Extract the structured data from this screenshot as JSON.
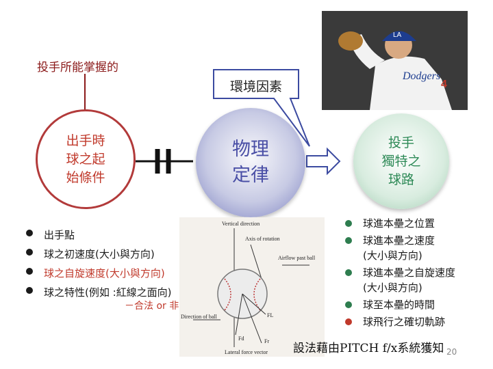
{
  "labels": {
    "top_left": "投手所能掌握的",
    "callout": "環境因素",
    "footer": "設法藉由PITCH f/x系統獲知",
    "page_number": "20"
  },
  "circles": {
    "initial_conditions": [
      "出手時",
      "球之起",
      "始條件"
    ],
    "physics_laws": [
      "物理",
      "定律"
    ],
    "pitch_path": [
      "投手",
      "獨特之",
      "球路"
    ]
  },
  "left_list": [
    {
      "text": "出手點",
      "color": "#1a1a1a"
    },
    {
      "text": "球之初速度(大小與方向)",
      "color": "#1a1a1a"
    },
    {
      "text": "球之自旋速度(大小與方向)",
      "color": "#c0392b"
    },
    {
      "text": "球之特性(例如 :紅線之面向)",
      "color": "#1a1a1a"
    }
  ],
  "left_note": "－合法 or 非法",
  "right_list": [
    {
      "line1": "球進本壘之位置",
      "line2": ""
    },
    {
      "line1": "球進本壘之速度",
      "line2": "(大小與方向)"
    },
    {
      "line1": "球進本壘之自旋速度",
      "line2": "(大小與方向)"
    },
    {
      "line1": "球至本壘的時間",
      "line2": ""
    },
    {
      "line1": "球飛行之確切軌跡",
      "line2": ""
    }
  ],
  "photo": {
    "cap_text": "LA",
    "jersey_text": "Dodgers",
    "jersey_number": "4"
  },
  "physics_diagram": {
    "labels": {
      "vertical": "Vertical direction",
      "axis": "Axis of rotation",
      "airflow": "Airflow past ball",
      "direction": "Direction of ball",
      "lateral": "Lateral force vector",
      "fd": "Fd",
      "fl": "FL",
      "fr": "Fr"
    }
  },
  "colors": {
    "accent_red": "#c0392b",
    "physics_blue": "#4a4fa6",
    "pitch_green": "#2e8a57",
    "arrow_outline": "#3b4aa0"
  }
}
